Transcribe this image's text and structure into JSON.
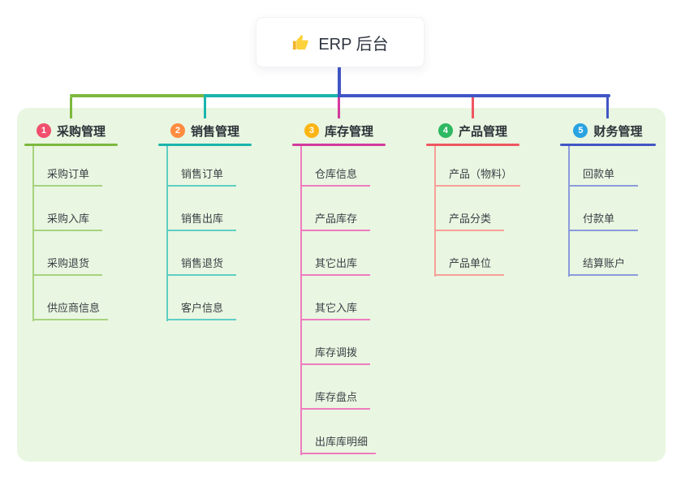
{
  "root": {
    "icon": "thumbs-up-icon",
    "label": "ERP 后台"
  },
  "branches": [
    {
      "num": "1",
      "label": "采购管理",
      "badge_color": "#f14f6d",
      "line_color": "#7cb93e",
      "child_line_color": "#a6d37f",
      "children": [
        "采购订单",
        "采购入库",
        "采购退货",
        "供应商信息"
      ]
    },
    {
      "num": "2",
      "label": "销售管理",
      "badge_color": "#ff8c40",
      "line_color": "#1ab5ac",
      "child_line_color": "#5ecfc4",
      "children": [
        "销售订单",
        "销售出库",
        "销售退货",
        "客户信息"
      ]
    },
    {
      "num": "3",
      "label": "库存管理",
      "badge_color": "#fcb514",
      "line_color": "#d23a9d",
      "child_line_color": "#ee7cc0",
      "children": [
        "仓库信息",
        "产品库存",
        "其它出库",
        "其它入库",
        "库存调拨",
        "库存盘点",
        "出库库明细"
      ]
    },
    {
      "num": "4",
      "label": "产品管理",
      "badge_color": "#2eb863",
      "line_color": "#ef5661",
      "child_line_color": "#f7a098",
      "children": [
        "产品（物料）",
        "产品分类",
        "产品单位"
      ]
    },
    {
      "num": "5",
      "label": "财务管理",
      "badge_color": "#29a3e2",
      "line_color": "#4156c5",
      "child_line_color": "#8b9bdc",
      "children": [
        "回款单",
        "付款单",
        "结算账户"
      ]
    }
  ],
  "canvas": {
    "background": "#ffffff",
    "panel_color": "#e9f6e1",
    "trunk_color": "#4156c5"
  }
}
